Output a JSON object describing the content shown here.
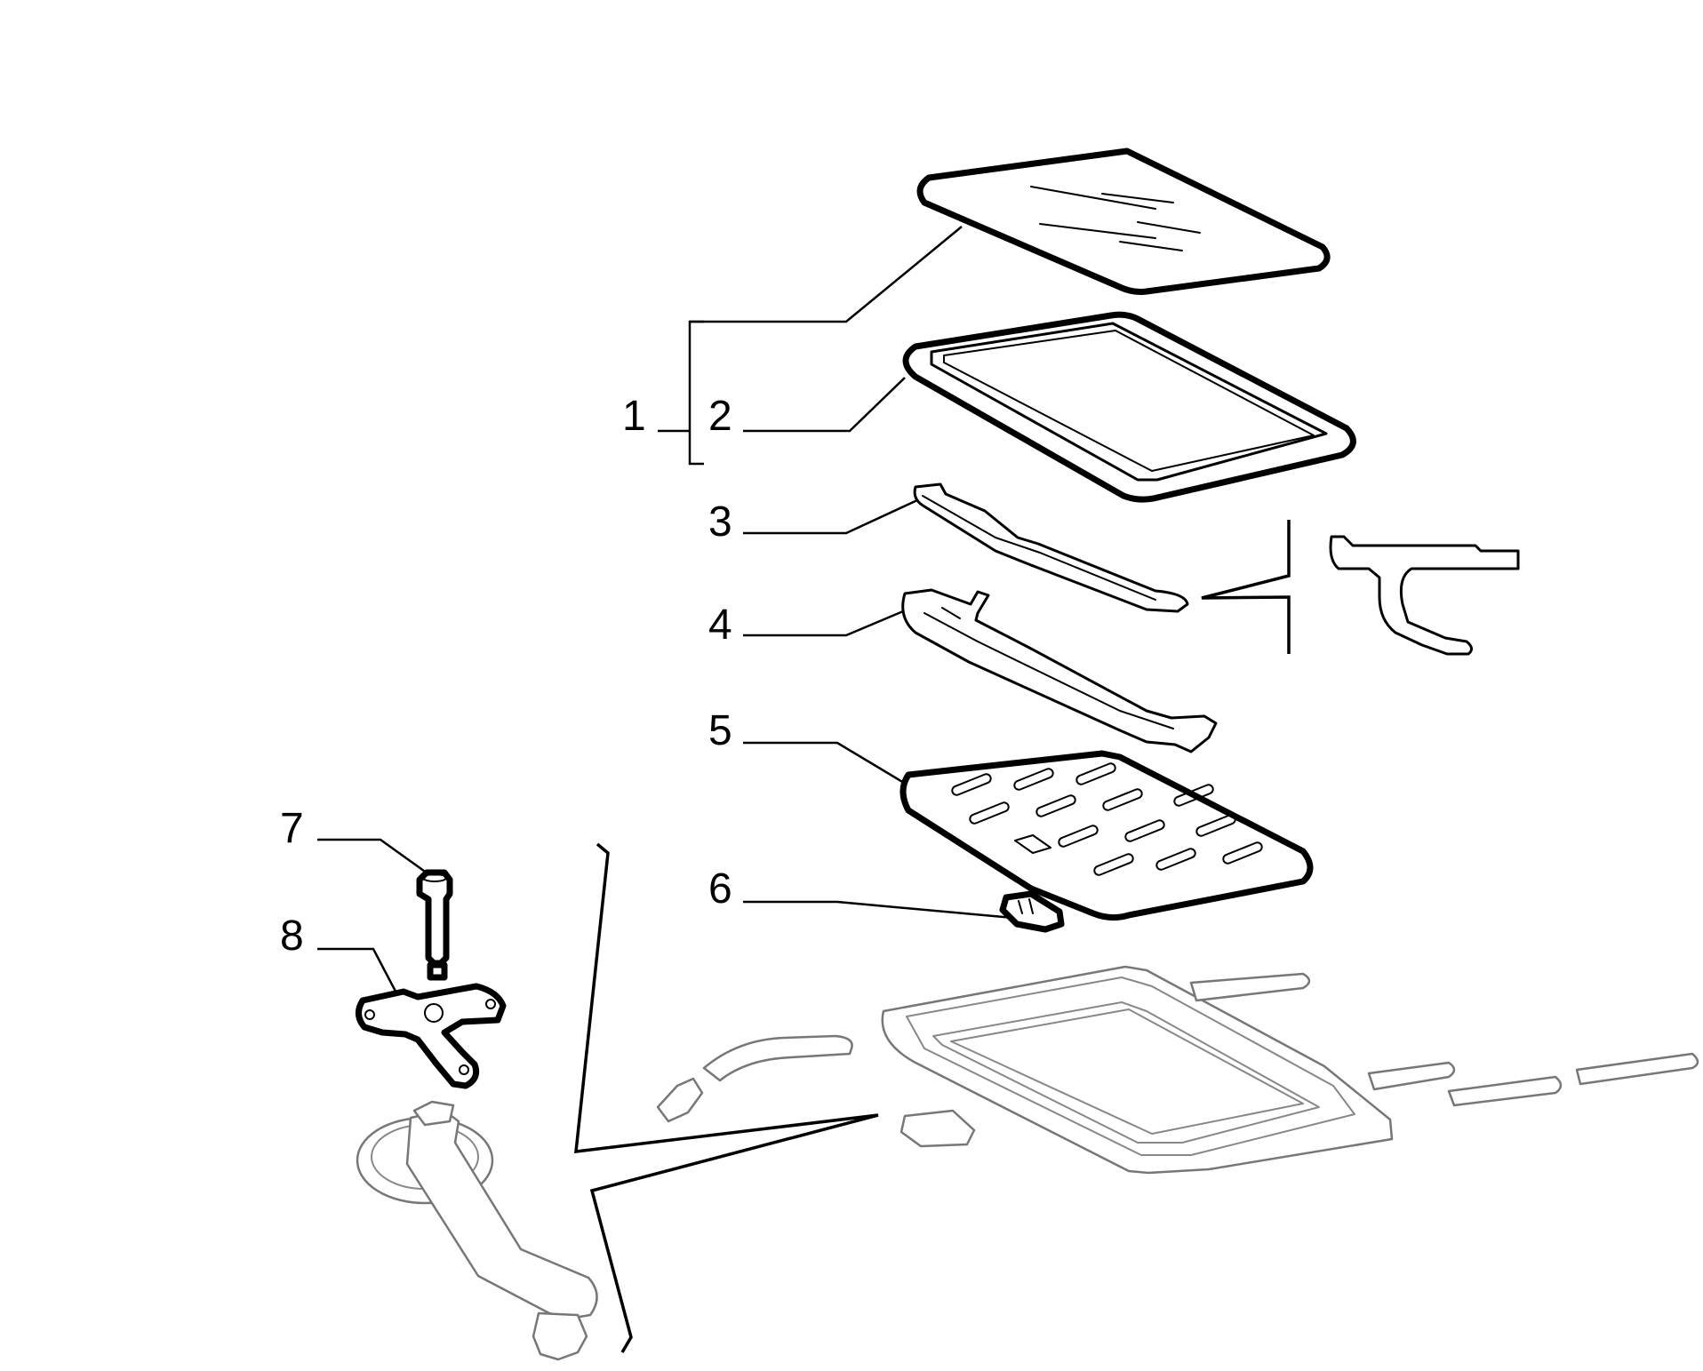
{
  "diagram": {
    "callouts": [
      {
        "id": "1",
        "label": "1"
      },
      {
        "id": "2",
        "label": "2"
      },
      {
        "id": "3",
        "label": "3"
      },
      {
        "id": "4",
        "label": "4"
      },
      {
        "id": "5",
        "label": "5"
      },
      {
        "id": "6",
        "label": "6"
      },
      {
        "id": "7",
        "label": "7"
      },
      {
        "id": "8",
        "label": "8"
      }
    ],
    "parts": [
      {
        "name": "glass-panel-icon"
      },
      {
        "name": "panel-frame-seal-icon"
      },
      {
        "name": "wind-deflector-strip-icon"
      },
      {
        "name": "deflector-bracket-icon"
      },
      {
        "name": "sun-shade-panel-icon"
      },
      {
        "name": "shade-handle-icon"
      },
      {
        "name": "guide-pin-icon"
      },
      {
        "name": "three-arm-bracket-icon"
      },
      {
        "name": "seal-profile-section-icon"
      },
      {
        "name": "sunroof-frame-assembly-icon"
      },
      {
        "name": "crank-handle-assembly-icon"
      }
    ]
  }
}
